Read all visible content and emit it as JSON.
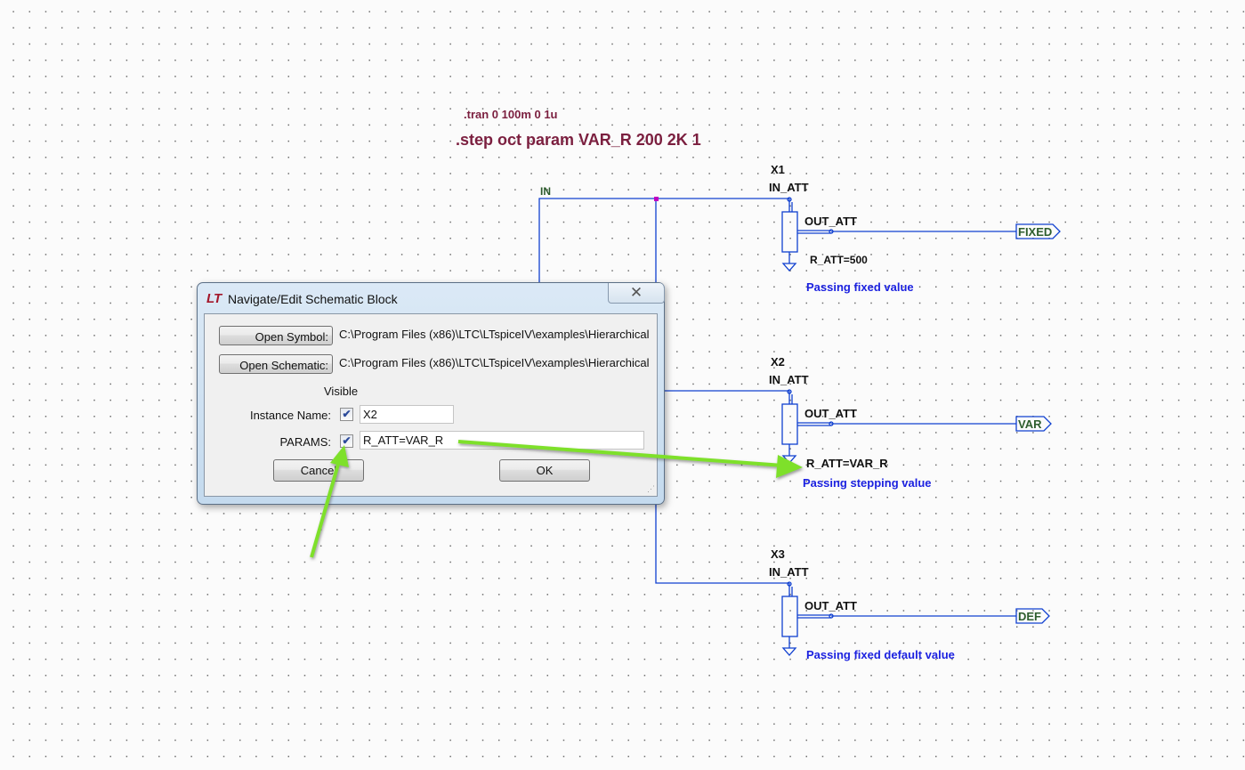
{
  "directives": {
    "tran": ".tran 0 100m 0 1u",
    "step": ".step oct param VAR_R 200 2K 1"
  },
  "schematic": {
    "input_net": "IN",
    "blocks": [
      {
        "instance": "X1",
        "in_port": "IN_ATT",
        "out_port": "OUT_ATT",
        "param": "R_ATT=500",
        "note": "Passing fixed value",
        "output_flag": "FIXED"
      },
      {
        "instance": "X2",
        "in_port": "IN_ATT",
        "out_port": "OUT_ATT",
        "param": "R_ATT=VAR_R",
        "note": "Passing stepping value",
        "output_flag": "VAR"
      },
      {
        "instance": "X3",
        "in_port": "IN_ATT",
        "out_port": "OUT_ATT",
        "param": "",
        "note": "Passing fixed default value",
        "output_flag": "DEF"
      }
    ],
    "colors": {
      "wire": "#1040d0",
      "directive": "#7b1f3f",
      "note": "#1c22e0",
      "junction": "#c000c0",
      "annotation_arrow": "#7ee02a"
    }
  },
  "dialog": {
    "title": "Navigate/Edit Schematic Block",
    "logo": "LT",
    "close_icon": "✕",
    "open_symbol_label": "Open Symbol:",
    "open_symbol_path": "C:\\Program Files (x86)\\LTC\\LTspiceIV\\examples\\Hierarchical",
    "open_schematic_label": "Open Schematic:",
    "open_schematic_path": "C:\\Program Files (x86)\\LTC\\LTspiceIV\\examples\\Hierarchical",
    "visible_header": "Visible",
    "instance_name_label": "Instance Name:",
    "instance_name_visible": true,
    "instance_name_value": "X2",
    "params_label": "PARAMS:",
    "params_visible": true,
    "params_value": "R_ATT=VAR_R",
    "cancel_label": "Cancel",
    "ok_label": "OK"
  }
}
